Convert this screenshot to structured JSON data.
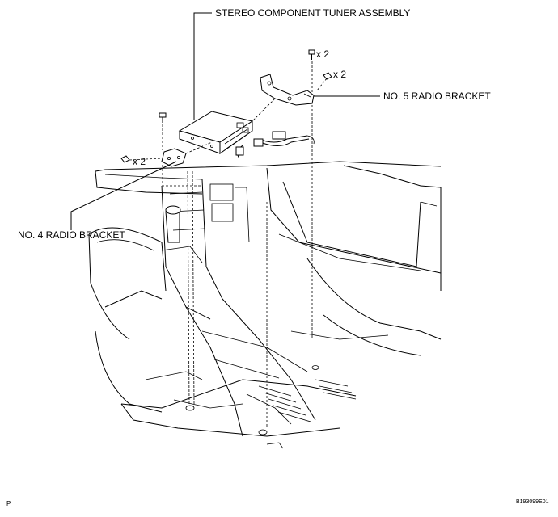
{
  "labels": {
    "tuner": "STEREO COMPONENT TUNER ASSEMBLY",
    "bracket5": "NO. 5 RADIO BRACKET",
    "bracket4": "NO. 4 RADIO BRACKET"
  },
  "quantities": {
    "bolt_top": "x 2",
    "screw_right": "x 2",
    "screw_left": "x 2"
  },
  "corner_mark": "P",
  "figure_code": "B193099E01"
}
